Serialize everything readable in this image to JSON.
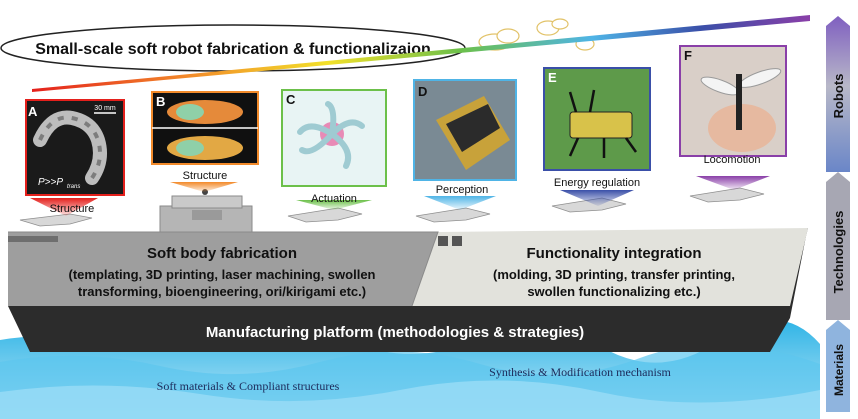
{
  "title": "Small-scale soft robot fabrication & functionalizaion",
  "panels": [
    {
      "letter": "A",
      "caption": "Structure",
      "scale": "30 mm",
      "inset": "P>>P",
      "inset_sub": "trans",
      "color": "#e4201c"
    },
    {
      "letter": "B",
      "caption": "Structure",
      "color": "#f28a2a"
    },
    {
      "letter": "C",
      "caption": "Actuation",
      "color": "#6cc04a"
    },
    {
      "letter": "D",
      "caption": "Perception",
      "color": "#4fb4e6"
    },
    {
      "letter": "E",
      "caption": "Energy regulation",
      "color": "#3a4fa8"
    },
    {
      "letter": "F",
      "caption": "Locomotion",
      "color": "#8a3fa8"
    }
  ],
  "ship": {
    "left_title": "Soft body fabrication",
    "left_detail": [
      "(templating, 3D printing, laser machining, swollen",
      "transforming, bioengineering, ori/kirigami etc.)"
    ],
    "right_title": "Functionality integration",
    "right_detail": [
      "(molding, 3D printing, transfer printing,",
      "swollen functionalizing etc.)"
    ],
    "hull": "Manufacturing platform (methodologies & strategies)"
  },
  "sea": {
    "left": "Soft materials & Compliant structures",
    "right": "Synthesis & Modification mechanism"
  },
  "levels": [
    "Robots",
    "Technologies",
    "Materials"
  ]
}
